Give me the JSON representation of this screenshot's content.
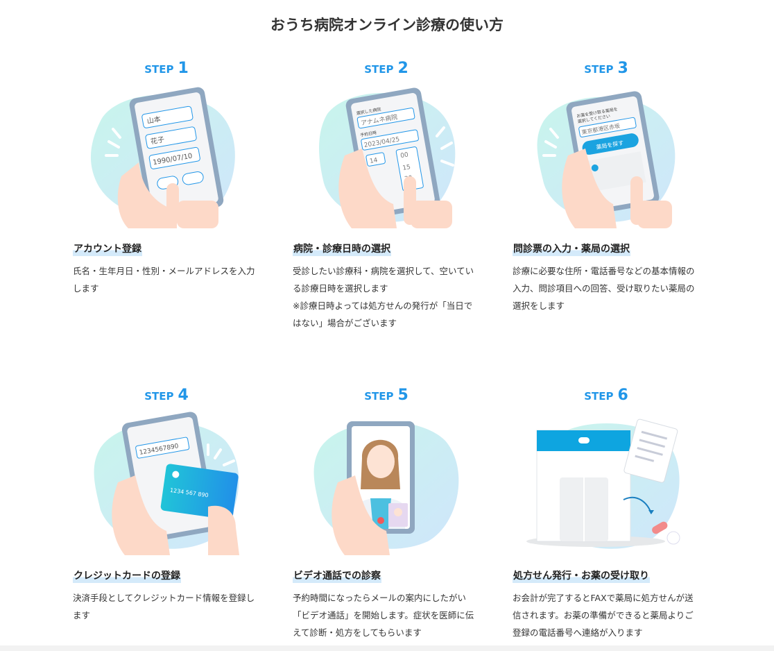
{
  "title": "おうち病院オンライン診療の使い方",
  "step_word": "STEP",
  "accent": "#2196e8",
  "steps": [
    {
      "num": "1",
      "heading": "アカウント登録",
      "desc": "氏名・生年月日・性別・メールアドレスを入力します",
      "illus": {
        "f1": "山本",
        "f2": "花子",
        "f3": "1990/07/10"
      }
    },
    {
      "num": "2",
      "heading": "病院・診療日時の選択",
      "desc": "受診したい診療科・病院を選択して、空いている診療日時を選択します",
      "note": "※診療日時よっては処方せんの発行が「当日ではない」場合がございます",
      "illus": {
        "l1": "選択した病院",
        "f1": "アナムネ病院",
        "l2": "予約日時",
        "f2": "2023/04/25",
        "hour": "14",
        "min": "00",
        "o1": "15",
        "o2": "30"
      }
    },
    {
      "num": "3",
      "heading": "問診票の入力・薬局の選択",
      "desc": "診療に必要な住所・電話番号などの基本情報の入力、問診項目への回答、受け取りたい薬局の選択をします",
      "illus": {
        "l1": "お薬を受け取る薬局を",
        "l2": "選択してください",
        "f1": "東京都港区赤坂",
        "btn": "薬局を探す"
      }
    },
    {
      "num": "4",
      "heading": "クレジットカードの登録",
      "desc": "決済手段としてクレジットカード情報を登録します",
      "illus": {
        "f1": "1234567890",
        "card": "1234 567 890"
      }
    },
    {
      "num": "5",
      "heading": "ビデオ通話での診察",
      "desc": "予約時間になったらメールの案内にしたがい「ビデオ通話」を開始します。症状を医師に伝えて診断・処方をしてもらいます"
    },
    {
      "num": "6",
      "heading": "処方せん発行・お薬の受け取り",
      "desc": "お会計が完了するとFAXで薬局に処方せんが送信されます。お薬の準備ができると薬局よりご登録の電話番号へ連絡が入ります"
    }
  ]
}
